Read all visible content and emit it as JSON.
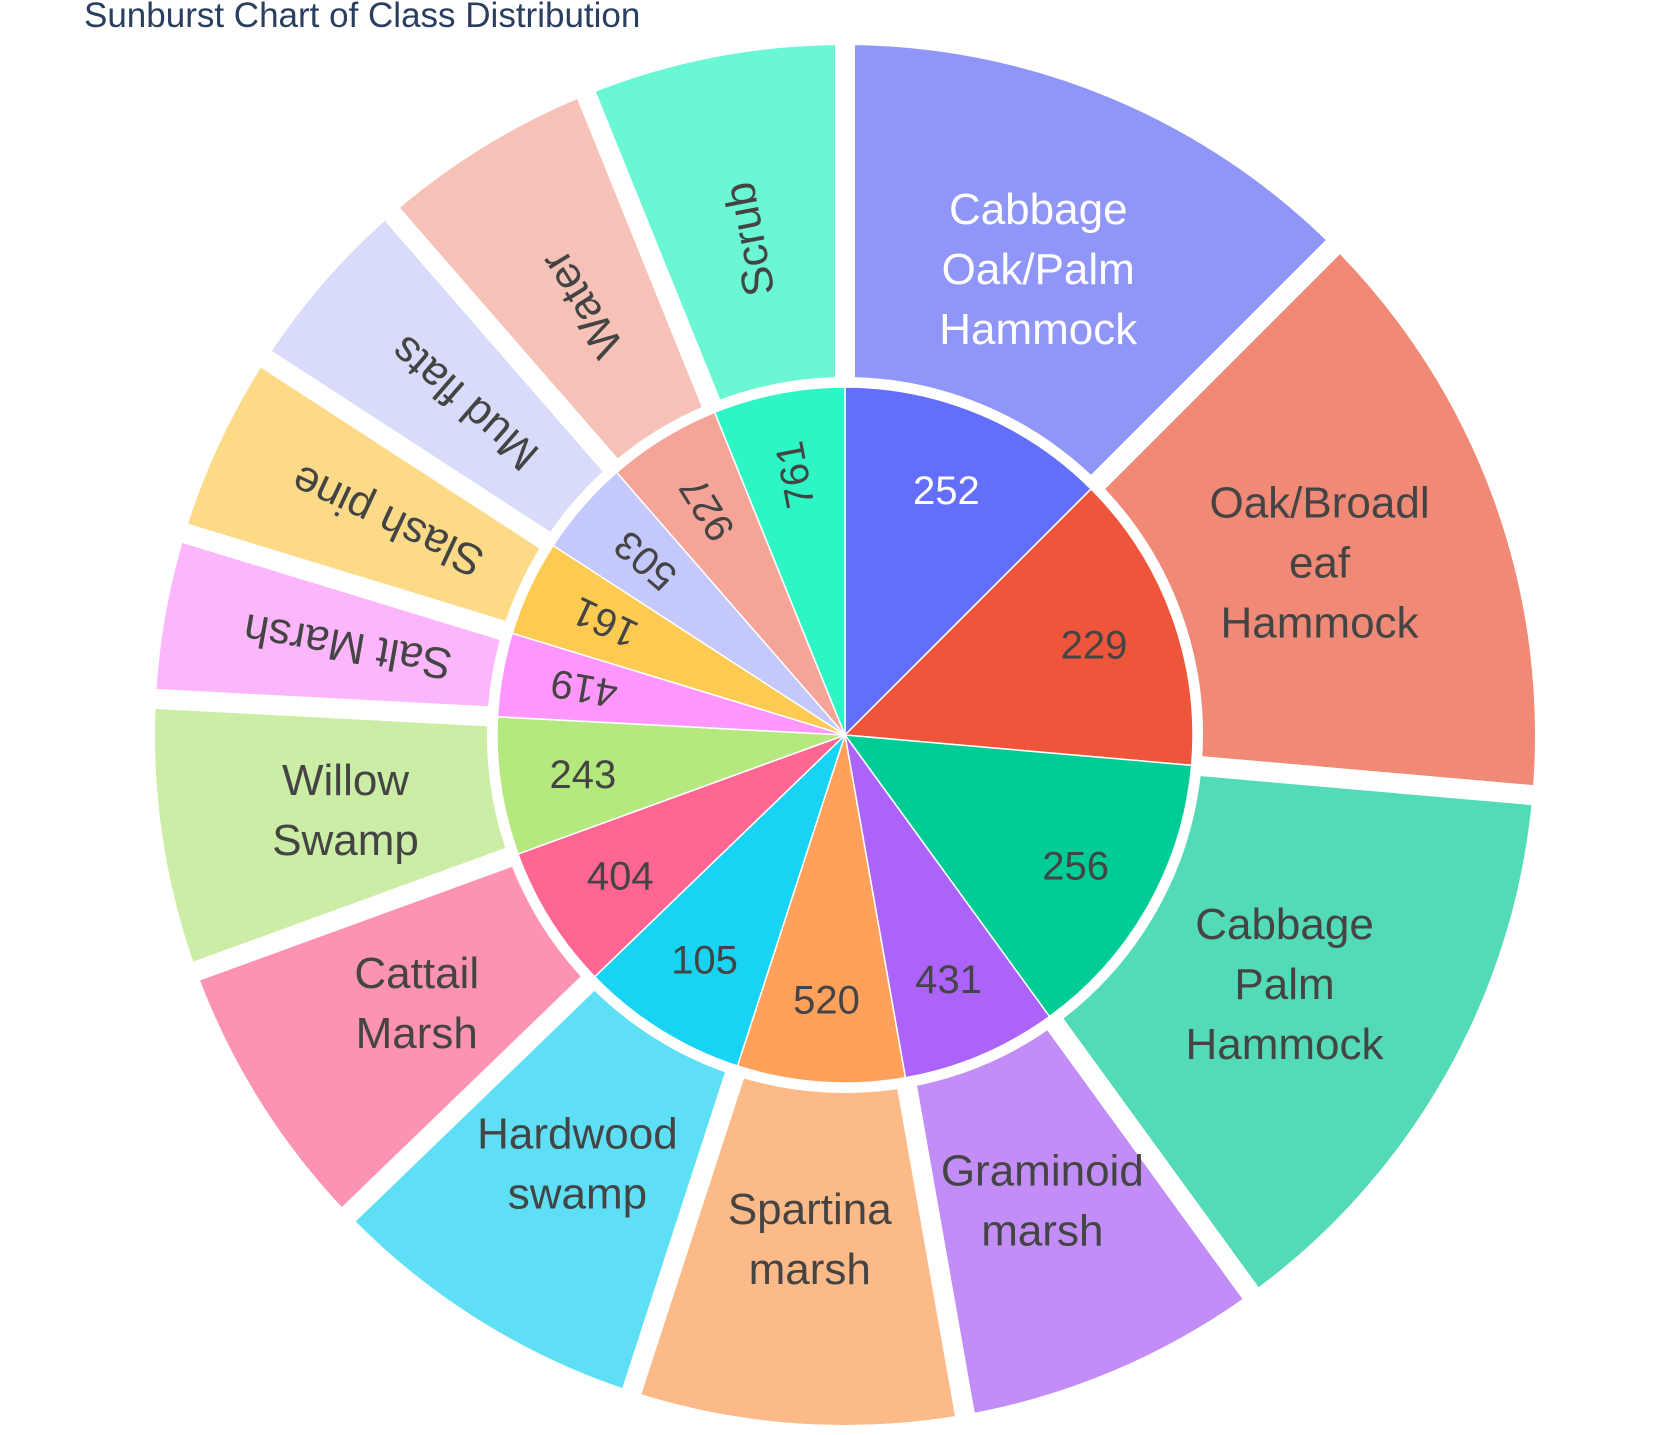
{
  "chart_data": {
    "type": "sunburst",
    "title": "Sunburst Chart of Class Distribution",
    "segments": [
      {
        "code": "252",
        "label": "Cabbage Oak/Palm Hammock",
        "label_lines": [
          "Cabbage",
          "Oak/Palm",
          "Hammock"
        ],
        "start_deg": 90,
        "end_deg": 45,
        "inner_color": "#636efa",
        "outer_color": "#9096f8",
        "code_color": "#ffffff",
        "label_color": "#ffffff",
        "code_rotate": false,
        "label_rotate": false
      },
      {
        "code": "229",
        "label": "Oak/Broadleaf Hammock",
        "label_lines": [
          "Oak/Broadl",
          "eaf",
          "Hammock"
        ],
        "start_deg": 45,
        "end_deg": -5,
        "inner_color": "#ef553b",
        "outer_color": "#f08a77",
        "code_color": "#444444",
        "label_color": "#444444",
        "code_rotate": false,
        "label_rotate": false
      },
      {
        "code": "256",
        "label": "Cabbage Palm Hammock",
        "label_lines": [
          "Cabbage",
          "Palm",
          "Hammock"
        ],
        "start_deg": -5,
        "end_deg": -54,
        "inner_color": "#00cc96",
        "outer_color": "#52dbb6",
        "code_color": "#444444",
        "label_color": "#444444",
        "code_rotate": false,
        "label_rotate": false
      },
      {
        "code": "431",
        "label": "Graminoid marsh",
        "label_lines": [
          "Graminoid",
          "marsh"
        ],
        "start_deg": -54,
        "end_deg": -80,
        "inner_color": "#ab63fa",
        "outer_color": "#c38df8",
        "code_color": "#444444",
        "label_color": "#444444",
        "code_rotate": false,
        "label_rotate": false
      },
      {
        "code": "520",
        "label": "Spartina marsh",
        "label_lines": [
          "Spartina",
          "marsh"
        ],
        "start_deg": -80,
        "end_deg": -108,
        "inner_color": "#ffa15a",
        "outer_color": "#fcba88",
        "code_color": "#444444",
        "label_color": "#444444",
        "code_rotate": false,
        "label_rotate": false
      },
      {
        "code": "105",
        "label": "Hardwood swamp",
        "label_lines": [
          "Hardwood",
          "swamp"
        ],
        "start_deg": -108,
        "end_deg": -136,
        "inner_color": "#19d3f3",
        "outer_color": "#5fdff5",
        "code_color": "#444444",
        "label_color": "#444444",
        "code_rotate": false,
        "label_rotate": false
      },
      {
        "code": "404",
        "label": "Cattail Marsh",
        "label_lines": [
          "Cattail",
          "Marsh"
        ],
        "start_deg": -136,
        "end_deg": -160,
        "inner_color": "#ff6692",
        "outer_color": "#fc93b1",
        "code_color": "#444444",
        "label_color": "#444444",
        "code_rotate": false,
        "label_rotate": false
      },
      {
        "code": "243",
        "label": "Willow Swamp",
        "label_lines": [
          "Willow",
          "Swamp"
        ],
        "start_deg": -160,
        "end_deg": -183,
        "inner_color": "#b6e880",
        "outer_color": "#cbeda5",
        "code_color": "#444444",
        "label_color": "#444444",
        "code_rotate": false,
        "label_rotate": false
      },
      {
        "code": "419",
        "label": "Salt Marsh",
        "label_lines": [
          "Salt Marsh"
        ],
        "start_deg": -183,
        "end_deg": -197,
        "inner_color": "#ff97ff",
        "outer_color": "#fcb6fc",
        "code_color": "#444444",
        "label_color": "#444444",
        "code_rotate": true,
        "label_rotate": true
      },
      {
        "code": "161",
        "label": "Slash pine",
        "label_lines": [
          "Slash pine"
        ],
        "start_deg": -197,
        "end_deg": -213,
        "inner_color": "#fecb52",
        "outer_color": "#fcda88",
        "code_color": "#444444",
        "label_color": "#444444",
        "code_rotate": true,
        "label_rotate": true
      },
      {
        "code": "503",
        "label": "Mud flats",
        "label_lines": [
          "Mud flats"
        ],
        "start_deg": -213,
        "end_deg": -229,
        "inner_color": "#c4c8fa",
        "outer_color": "#d9dbfa",
        "code_color": "#444444",
        "label_color": "#444444",
        "code_rotate": true,
        "label_rotate": true
      },
      {
        "code": "927",
        "label": "Water",
        "label_lines": [
          "Water"
        ],
        "start_deg": -229,
        "end_deg": -248,
        "inner_color": "#f4a598",
        "outer_color": "#f6c2b8",
        "code_color": "#444444",
        "label_color": "#444444",
        "code_rotate": true,
        "label_rotate": true
      },
      {
        "code": "761",
        "label": "Scrub",
        "label_lines": [
          "Scrub"
        ],
        "start_deg": -248,
        "end_deg": -270,
        "inner_color": "#2ef5c5",
        "outer_color": "#6af8d4",
        "code_color": "#444444",
        "label_color": "#444444",
        "code_rotate": true,
        "label_rotate": true
      }
    ]
  }
}
